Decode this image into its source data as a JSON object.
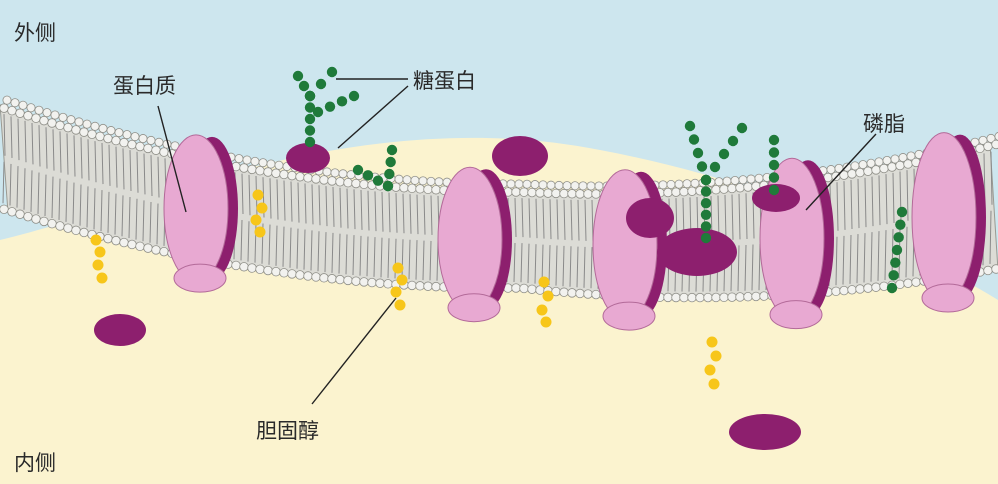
{
  "labels": {
    "outside": "外侧",
    "inside": "内侧",
    "protein": "蛋白质",
    "glycoprotein": "糖蛋白",
    "phospholipid": "磷脂",
    "cholesterol": "胆固醇"
  },
  "colors": {
    "outside_bg": "#cde6ee",
    "inside_bg": "#fbf3cf",
    "lipid_head": "#f2f2ef",
    "lipid_tail": "#8a8a8a",
    "protein_light": "#e8a9d2",
    "protein_dark": "#8d1f6e",
    "glycan": "#1f7a3a",
    "cholesterol": "#f7c61a",
    "leader_line": "#222222"
  }
}
